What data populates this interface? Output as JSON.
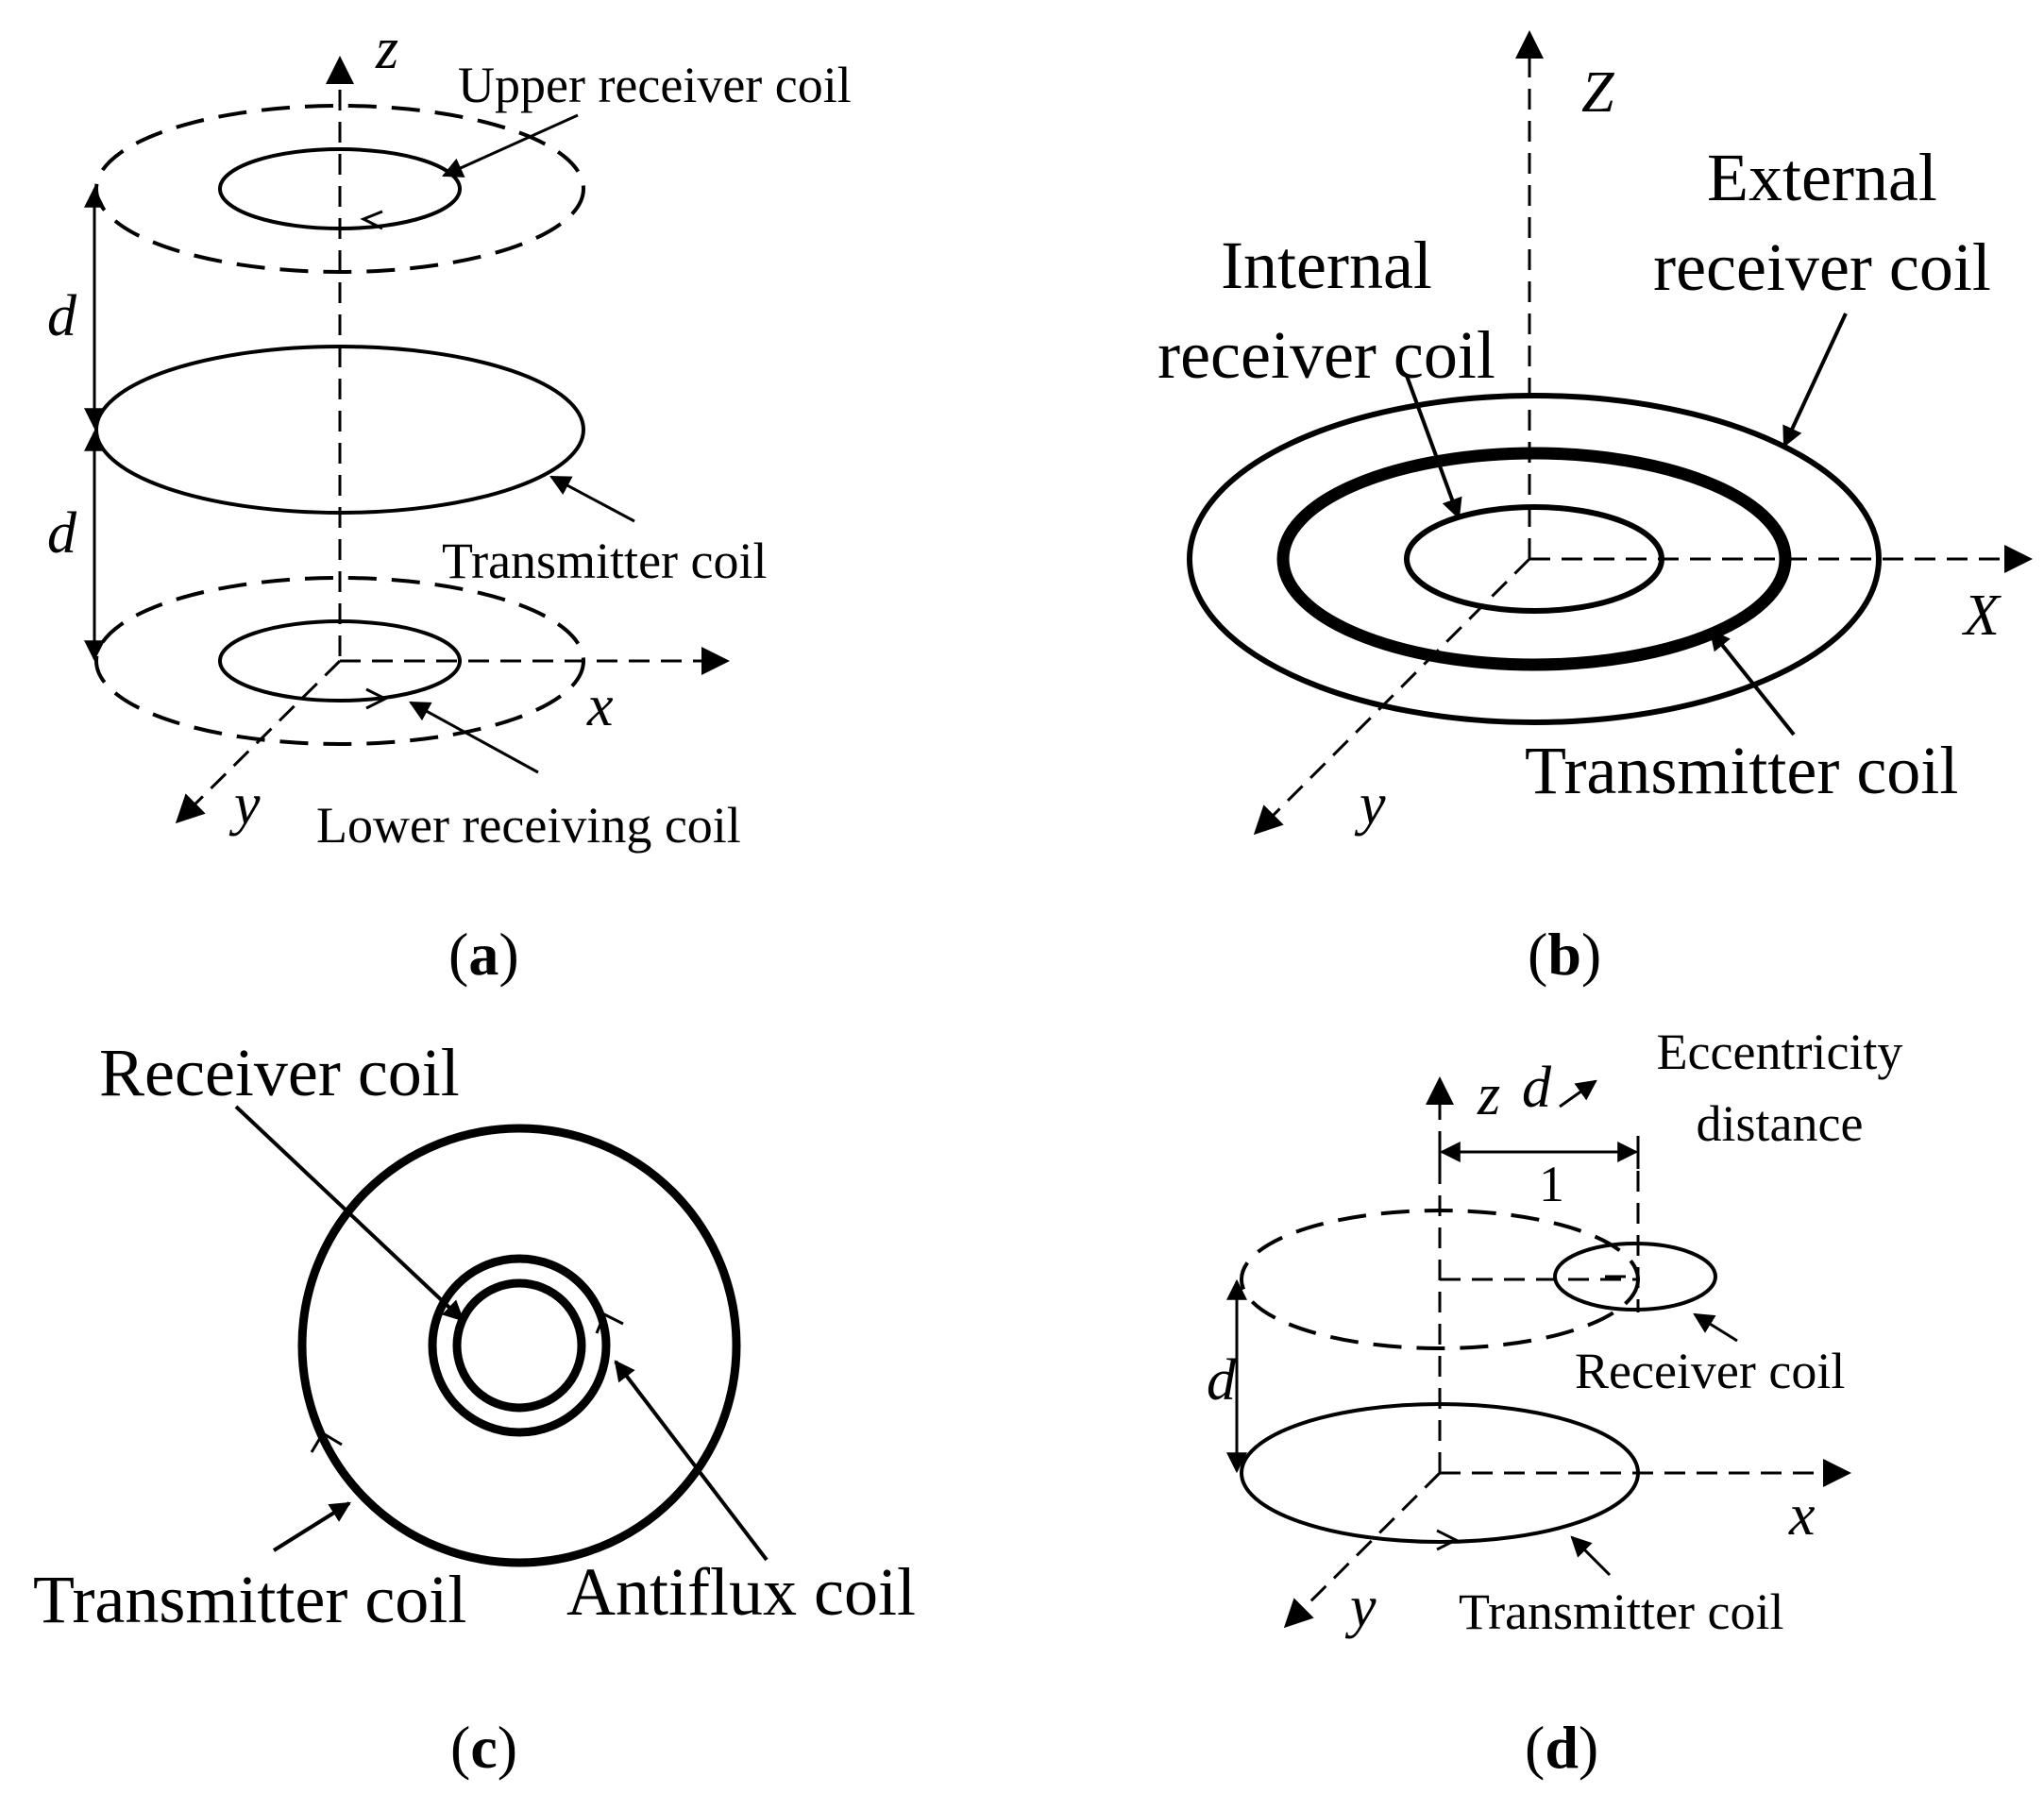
{
  "panel_a": {
    "caption_letter": "a",
    "axis_z": "z",
    "axis_x": "x",
    "axis_y": "y",
    "dist_upper": "d",
    "dist_lower": "d",
    "upper_receiver_label": "Upper receiver coil",
    "transmitter_label": "Transmitter coil",
    "lower_receiver_label": "Lower receiving coil"
  },
  "panel_b": {
    "caption_letter": "b",
    "axis_z": "Z",
    "axis_x": "X",
    "axis_y": "y",
    "internal_label_line1": "Internal",
    "internal_label_line2": "receiver coil",
    "external_label_line1": "External",
    "external_label_line2": "receiver coil",
    "transmitter_label": "Transmitter coil"
  },
  "panel_c": {
    "caption_letter": "c",
    "receiver_label": "Receiver coil",
    "transmitter_label": "Transmitter coil",
    "antiflux_label": "Antiflux coil"
  },
  "panel_d": {
    "caption_letter": "d",
    "axis_z": "z",
    "axis_x": "x",
    "axis_y": "y",
    "eccentricity_symbol": "d",
    "eccentricity_label_line1": "Eccentricity",
    "eccentricity_label_line2": "distance",
    "eccentricity_subscript": "1",
    "height_symbol": "d",
    "receiver_label": "Receiver coil",
    "transmitter_label": "Transmitter coil"
  }
}
